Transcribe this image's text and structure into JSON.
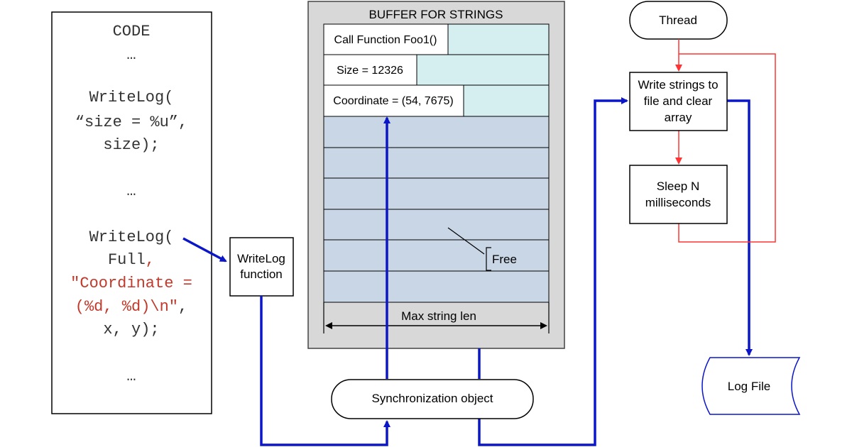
{
  "code_panel": {
    "title": "CODE",
    "ellipsis_1": "…",
    "writelog_1_line1": "WriteLog(",
    "writelog_1_line2": "“size = %u”,",
    "writelog_1_line3": "size);",
    "ellipsis_2": "…",
    "writelog_2_line1": "WriteLog(",
    "writelog_2_line2a": "Full",
    "writelog_2_line2b": ",",
    "writelog_2_line3": "\"Coordinate =",
    "writelog_2_line4a": "(%d, %d)\\n\"",
    "writelog_2_line4b": ",",
    "writelog_2_line5": "x, y);",
    "ellipsis_3": "…"
  },
  "writelog_function": {
    "line1": "WriteLog",
    "line2": "function"
  },
  "buffer": {
    "title": "BUFFER FOR STRINGS",
    "entries": [
      "Call Function Foo1()",
      "Size = 12326",
      "Coordinate = (54, 7675)"
    ],
    "free_label": "Free",
    "max_len_label": "Max string len"
  },
  "sync_object": {
    "label": "Synchronization object"
  },
  "thread": {
    "start_label": "Thread",
    "write_line1": "Write strings to",
    "write_line2": "file and clear",
    "write_line3": "array",
    "sleep_line1": "Sleep N",
    "sleep_line2": "milliseconds"
  },
  "log_file": {
    "label": "Log File"
  },
  "colors": {
    "blue_arrow": "#0b16c8",
    "red_arrow": "#ff3333",
    "buffer_frame": "#d8d8d8",
    "used_tail": "#d5eef0",
    "free_row": "#c8d6e6",
    "code_red": "#c0392b"
  }
}
